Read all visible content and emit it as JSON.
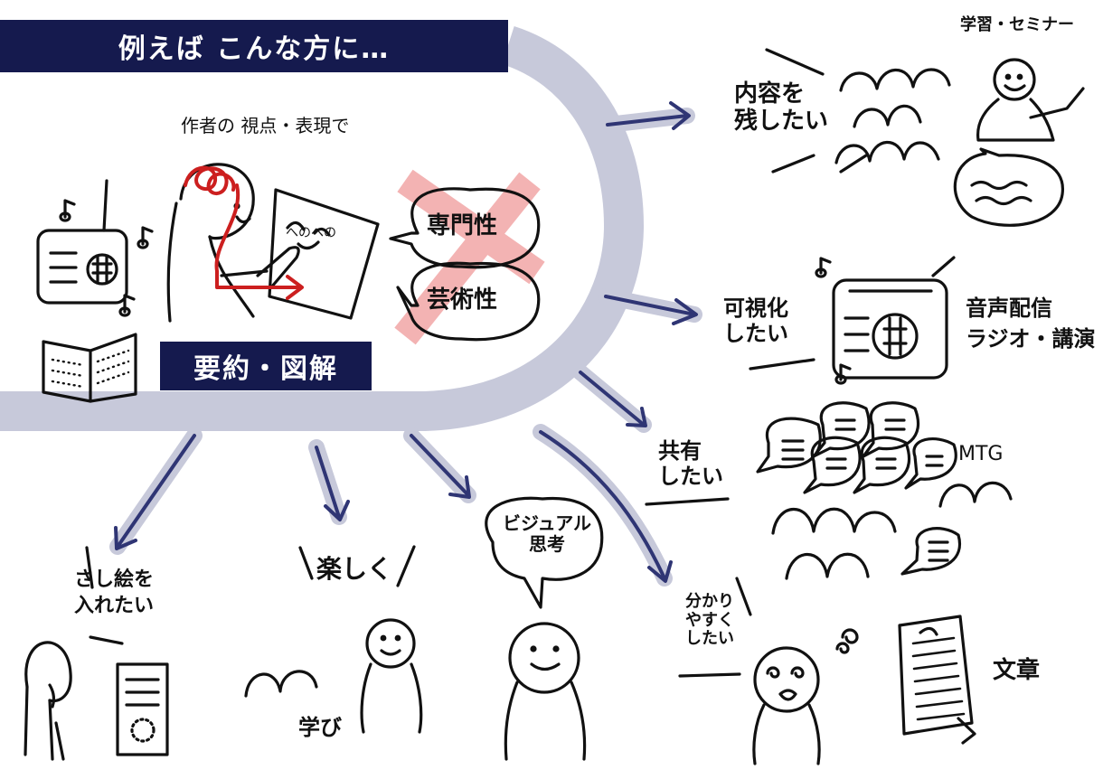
{
  "title": "例えば こんな方に…",
  "author_caption": "作者の 視点・表現で",
  "center_label": "要約・図解",
  "rejected_bubbles": [
    "専門性",
    "芸術性"
  ],
  "board_text": "へのへの",
  "targets": {
    "seminar": {
      "desire": "内容を\n残したい",
      "context": "学習・セミナー"
    },
    "audio": {
      "desire": "可視化\nしたい",
      "context": "音声配信\nラジオ・講演"
    },
    "meeting": {
      "desire": "共有\nしたい",
      "context": "MTG"
    },
    "illustration": {
      "desire": "さし絵を\n入れたい"
    },
    "fun": {
      "desire": "楽しく",
      "context": "学び"
    },
    "visual": {
      "desire": "ビジュアル\n思考"
    },
    "clarity": {
      "desire": "分かり\nやすく\nしたい",
      "context": "文章"
    }
  },
  "colors": {
    "navy": "#151a4e",
    "band": "#c7c9da",
    "arrow": "#2f3574",
    "red": "#cc1f1f",
    "cross": "#f3b3b3"
  }
}
